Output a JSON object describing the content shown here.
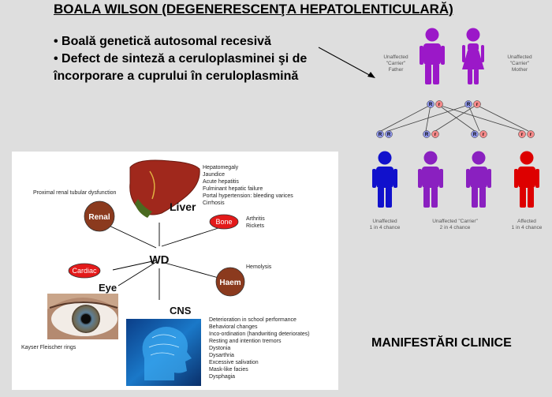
{
  "slide": {
    "title": "BOALA WILSON (DEGENERESCENŢA HEPATOLENTICULARĂ)",
    "bullets": [
      "• Boală genetică autosomal recesivă",
      "• Defect de sinteză a ceruloplasminei şi de",
      "încorporare a cuprului în ceruloplasmină"
    ],
    "caption": "MANIFESTĂRI CLINICE"
  },
  "pedigree": {
    "father_label": [
      "Unaffected",
      "\"Carrier\"",
      "Father"
    ],
    "mother_label": [
      "Unaffected",
      "\"Carrier\"",
      "Mother"
    ],
    "allele_dominant": "R",
    "allele_recessive": "r",
    "outcomes": [
      {
        "line1": "Unaffected",
        "line2": "1 in 4 chance"
      },
      {
        "line1": "Unaffected \"Carrier\"",
        "line2": "2 in 4 chance"
      },
      {
        "line1": "Affected",
        "line2": "1 in 4 chance"
      }
    ],
    "colors": {
      "parent": "#9b18c8",
      "unaffected": "#1111cc",
      "carrier": "#8a20c0",
      "affected": "#dd0000",
      "allele_R": "#8f96e8",
      "allele_r": "#f48a8a"
    }
  },
  "diagram": {
    "center": "WD",
    "liver": {
      "label": "Liver",
      "items": [
        "Hepatomegaly",
        "Jaundice",
        "Acute hepatitis",
        "Fulminant hepatic failure",
        "Portal hypertension: bleeding varices",
        "Cirrhosis"
      ]
    },
    "renal": {
      "label": "Renal",
      "note": "Proximal renal tubular dysfunction"
    },
    "bone": {
      "label": "Bone",
      "items": [
        "Arthritis",
        "Rickets"
      ]
    },
    "cardiac": {
      "label": "Cardiac"
    },
    "haem": {
      "label": "Haem",
      "items": [
        "Hemolysis"
      ]
    },
    "eye": {
      "label": "Eye",
      "note": "Kayser Fleischer rings"
    },
    "cns": {
      "label": "CNS",
      "items": [
        "Deterioration in school performance",
        "Behavioral changes",
        "Inco-ordination (handwriting deteriorates)",
        "Resting and intention tremors",
        "Dystonia",
        "Dysarthria",
        "Excessive salivation",
        "Mask-like facies",
        "Dysphagia"
      ]
    },
    "colors": {
      "organ": "#8b3a1e",
      "organ_red": "#e31a1a",
      "liver": "#a0281c"
    }
  }
}
